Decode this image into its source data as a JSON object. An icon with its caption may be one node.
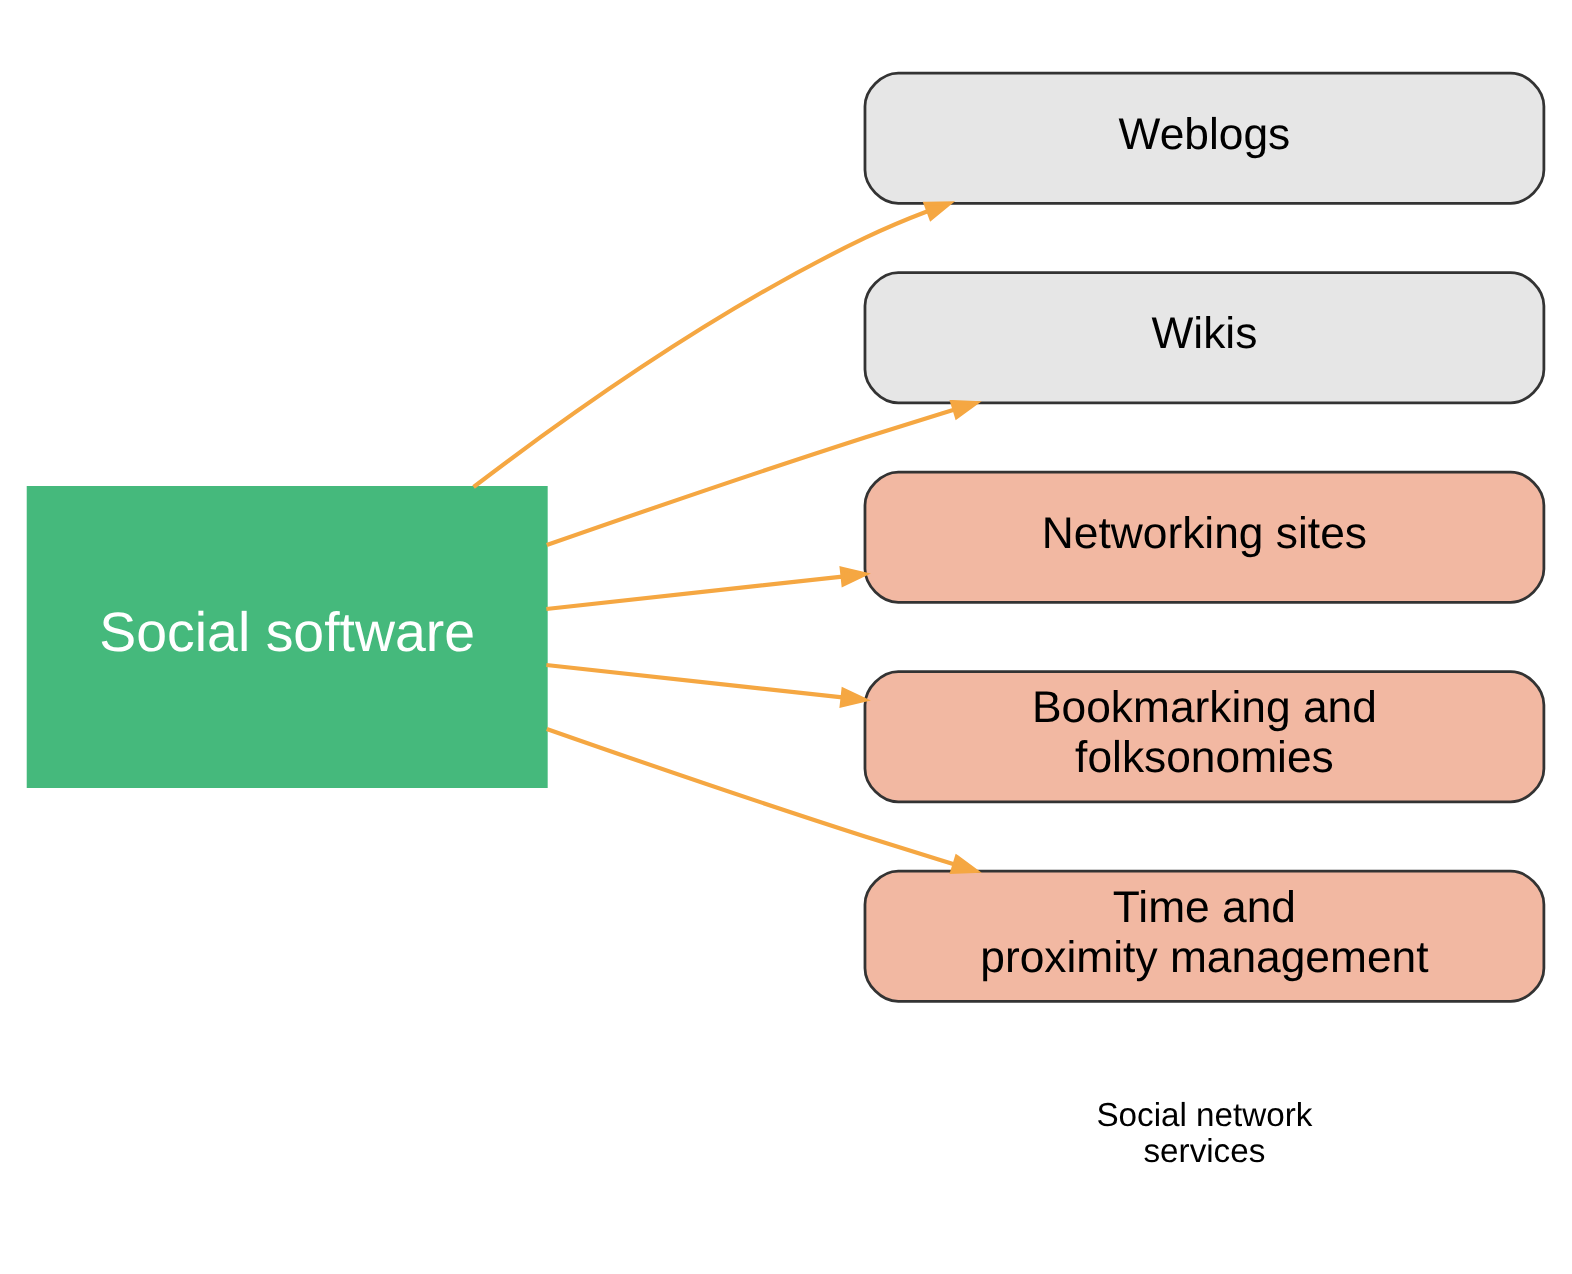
{
  "diagram": {
    "nodes": [
      {
        "text": [
          "Social software"
        ]
      },
      {
        "text": [
          "Weblogs"
        ]
      },
      {
        "text": [
          "Wikis"
        ]
      },
      {
        "text": [
          "Networking sites"
        ]
      },
      {
        "text": [
          "Bookmarking and folksonomies"
        ]
      },
      {
        "text": [
          "Time and proximity management"
        ]
      }
    ],
    "edges": [
      {
        "from": 0,
        "to": 1,
        "arrow": "to"
      },
      {
        "from": 0,
        "to": 2,
        "arrow": "to"
      },
      {
        "from": 0,
        "to": 3,
        "arrow": "to"
      },
      {
        "from": 0,
        "to": 4,
        "arrow": "to"
      },
      {
        "from": 0,
        "to": 5,
        "arrow": "to"
      }
    ],
    "labels": [
      "Social network services"
    ]
  }
}
